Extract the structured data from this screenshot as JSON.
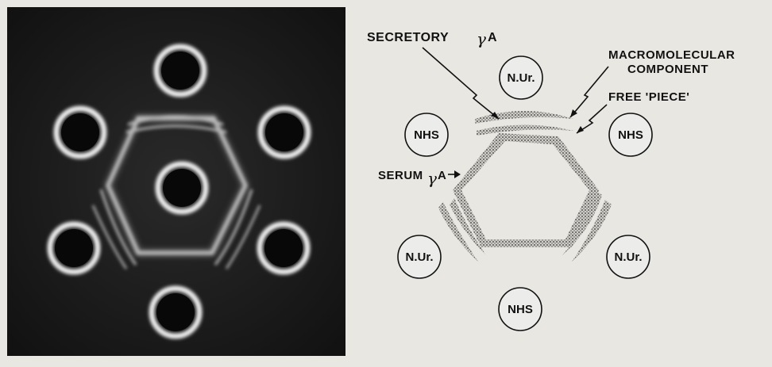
{
  "photo": {
    "description": ""
  },
  "schematic": {
    "labels": {
      "secretory_text": "SECRETORY",
      "secretory_gamma": "γ",
      "secretory_suffix": "A",
      "macromolecular": "MACROMOLECULAR",
      "component": "COMPONENT",
      "free_piece": "FREE 'PIECE'",
      "serum_text": "SERUM",
      "serum_gamma": "γ",
      "serum_suffix": "A"
    },
    "wells": [
      "N.Ur.",
      "NHS",
      "NHS",
      "N.Ur.",
      "N.Ur.",
      "NHS"
    ]
  }
}
